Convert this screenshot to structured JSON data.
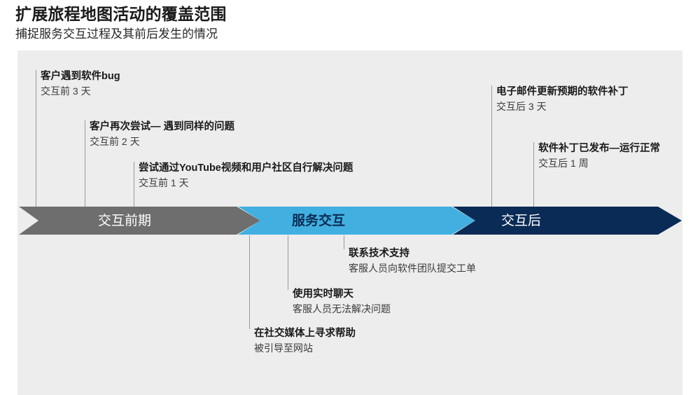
{
  "header": {
    "title": "扩展旅程地图活动的覆盖范围",
    "subtitle": "捕捉服务交互过程及其前后发生的情况"
  },
  "colors": {
    "panel_background": "#ededed",
    "phase_pre": "#6e6e6e",
    "phase_during": "#41b0e0",
    "phase_post": "#0a2b55",
    "leader_line": "#9a9a9a",
    "label_light": "#ffffff",
    "label_dark": "#0a2b55"
  },
  "phases": [
    {
      "id": "pre-interaction",
      "label": "交互前期",
      "color": "#6e6e6e",
      "label_color": "#ffffff"
    },
    {
      "id": "service-interaction",
      "label": "服务交互",
      "color": "#41b0e0",
      "label_color": "#0a2b55"
    },
    {
      "id": "post-interaction",
      "label": "交互后",
      "color": "#0a2b55",
      "label_color": "#ffffff"
    }
  ],
  "callouts_above": [
    {
      "id": "customer-hits-bug",
      "title": "客户遇到软件bug",
      "subtitle": "交互前 3 天",
      "phase": "pre-interaction"
    },
    {
      "id": "customer-retries",
      "title": "客户再次尝试— 遇到同样的问题",
      "subtitle": "交互前 2 天",
      "phase": "pre-interaction"
    },
    {
      "id": "self-serve-youtube",
      "title": "尝试通过YouTube视频和用户社区自行解决问题",
      "subtitle": "交互前 1 天",
      "phase": "pre-interaction"
    },
    {
      "id": "email-patch-eta",
      "title": "电子邮件更新预期的软件补丁",
      "subtitle": "交互后 3 天",
      "phase": "post-interaction"
    },
    {
      "id": "patch-released",
      "title": "软件补丁已发布—运行正常",
      "subtitle": "交互后 1 周",
      "phase": "post-interaction"
    }
  ],
  "callouts_below": [
    {
      "id": "contact-tech-support",
      "title": "联系技术支持",
      "subtitle": "客服人员向软件团队提交工单",
      "phase": "service-interaction"
    },
    {
      "id": "use-live-chat",
      "title": "使用实时聊天",
      "subtitle": "客服人员无法解决问题",
      "phase": "service-interaction"
    },
    {
      "id": "seek-help-social",
      "title": "在社交媒体上寻求帮助",
      "subtitle": "被引导至网站",
      "phase": "service-interaction"
    }
  ]
}
